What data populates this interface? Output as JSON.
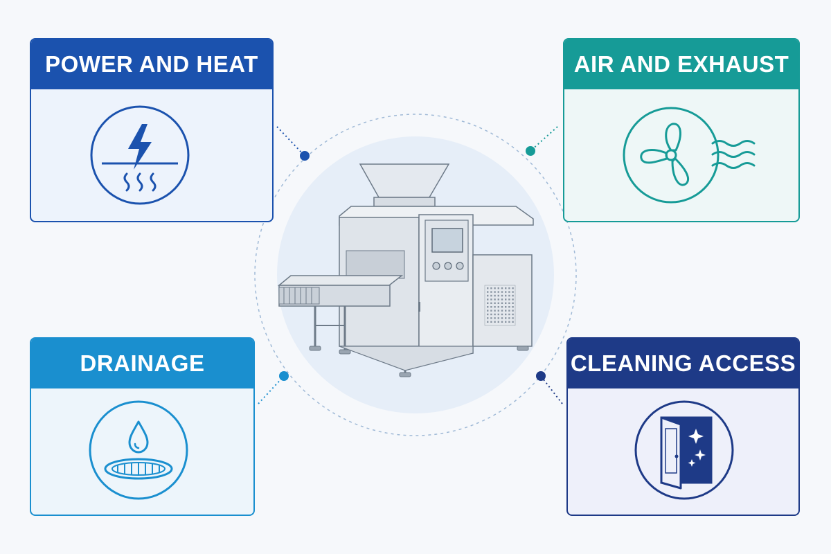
{
  "cards": {
    "power": {
      "title": "POWER AND HEAT",
      "icon": "lightning-heat-icon",
      "color": "#1b52ae"
    },
    "air": {
      "title": "AIR AND EXHAUST",
      "icon": "fan-exhaust-icon",
      "color": "#169b97"
    },
    "drainage": {
      "title": "DRAINAGE",
      "icon": "water-drop-drain-icon",
      "color": "#1a8fcf"
    },
    "cleaning": {
      "title": "CLEANING ACCESS",
      "icon": "open-door-sparkle-icon",
      "color": "#1e3a87"
    }
  },
  "center": {
    "icon": "conveyor-oven-machine-icon"
  }
}
